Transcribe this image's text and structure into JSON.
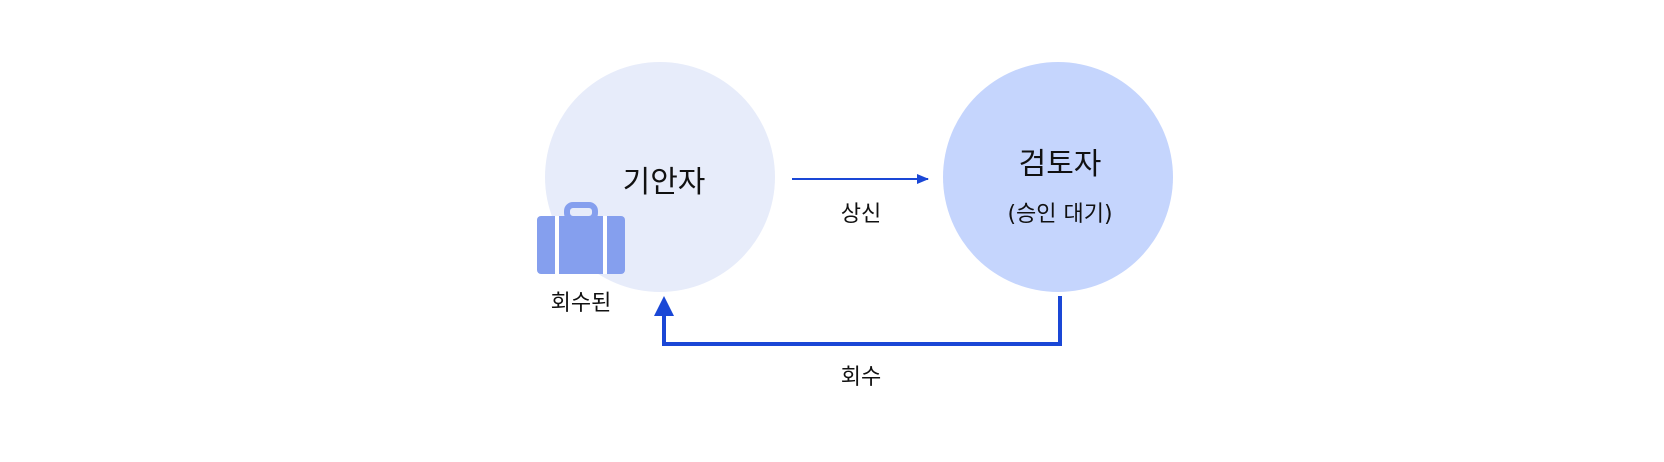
{
  "nodes": {
    "drafter": {
      "label": "기안자",
      "badge": "회수된"
    },
    "reviewer": {
      "label": "검토자",
      "sublabel": "(승인 대기)"
    }
  },
  "edges": {
    "submit": {
      "label": "상신"
    },
    "recall": {
      "label": "회수"
    }
  },
  "colors": {
    "drafter_fill": "#e7ecfa",
    "reviewer_fill": "#c5d5fd",
    "arrow": "#1a47d6",
    "briefcase": "#859fee"
  },
  "icons": {
    "badge_icon": "briefcase-icon"
  }
}
